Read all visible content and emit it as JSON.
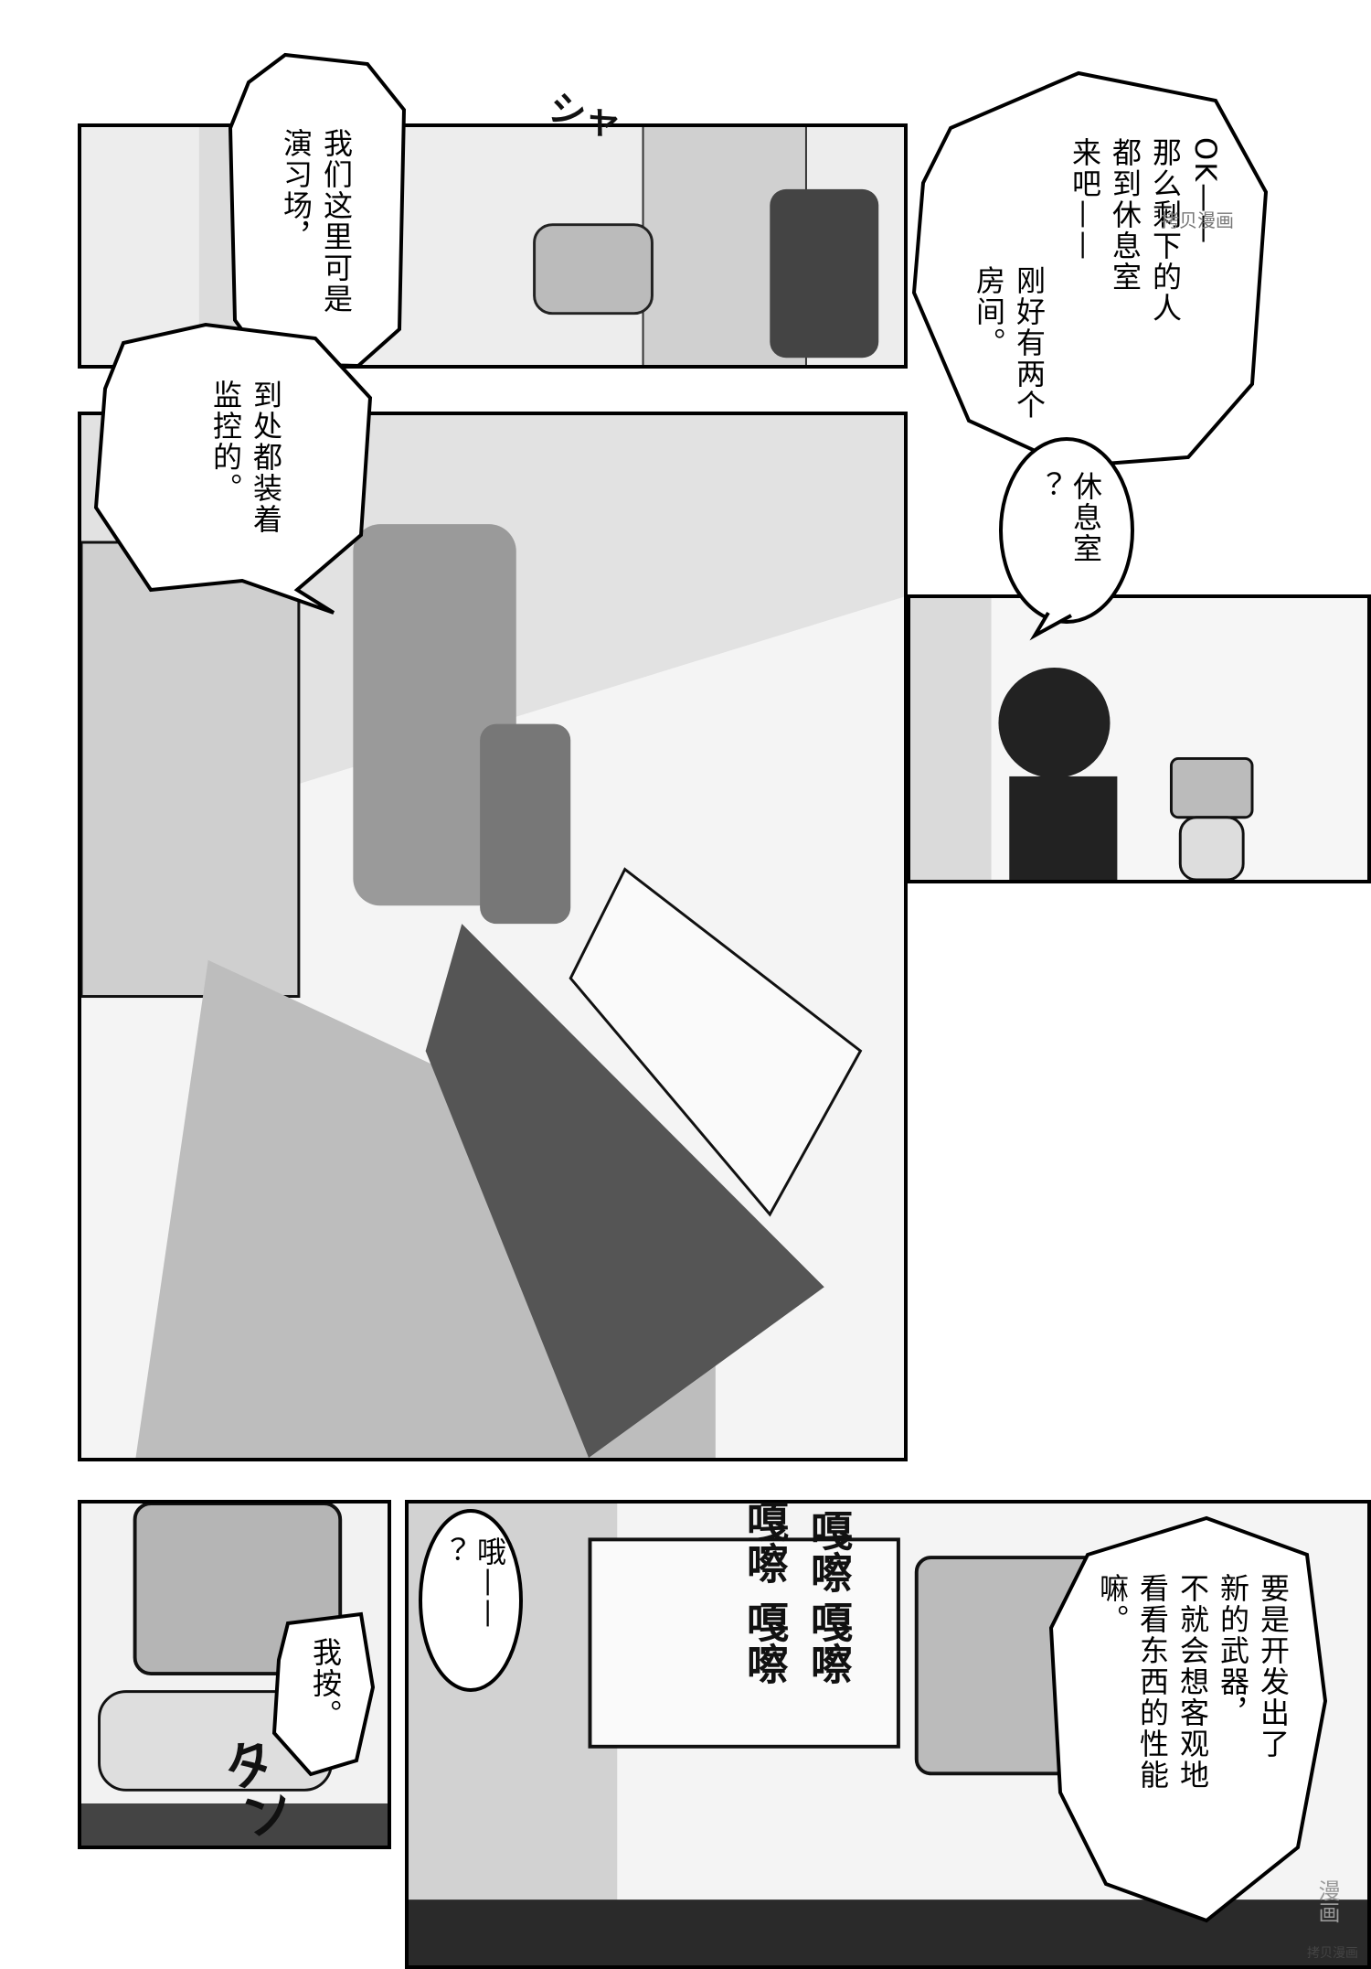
{
  "balloons": {
    "b1": "我们这里可是\n演习场，",
    "b2": "到处都装着\n监控的。",
    "b3": "OK——\n那么剩下的人\n都到休息室\n来吧——",
    "b4": "刚好有两个\n房间。",
    "b5": "休息室\n？",
    "b6": "哦——\n？",
    "b7": "我按。",
    "b8": "要是开发出了\n新的武器，\n不就会想客观地\n看看东西的性能\n嘛。"
  },
  "sfx": {
    "s1": "シャ",
    "s2": "嘎嚓",
    "s3": "嘎嚓",
    "s4": "嘎嚓",
    "s5": "嘎嚓",
    "s6": "タン"
  },
  "watermarks": {
    "w1": "拷贝漫画",
    "w2": "拷贝漫画",
    "w3": "漫画"
  },
  "colors": {
    "ink": "#000000",
    "paper": "#ffffff",
    "screentone": "#c8c8c8"
  }
}
